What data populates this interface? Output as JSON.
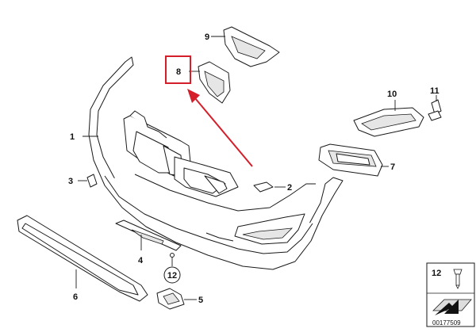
{
  "callouts": {
    "c1": "1",
    "c2": "2",
    "c3": "3",
    "c4": "4",
    "c5": "5",
    "c6": "6",
    "c7": "7",
    "c8": "8",
    "c9": "9",
    "c10": "10",
    "c11": "11",
    "c12": "12"
  },
  "legend": {
    "part_number": "12"
  },
  "image_code": "00177509",
  "colors": {
    "highlight": "#d41e2a",
    "line": "#1a1a1a",
    "shade": "#e6e6e6"
  }
}
